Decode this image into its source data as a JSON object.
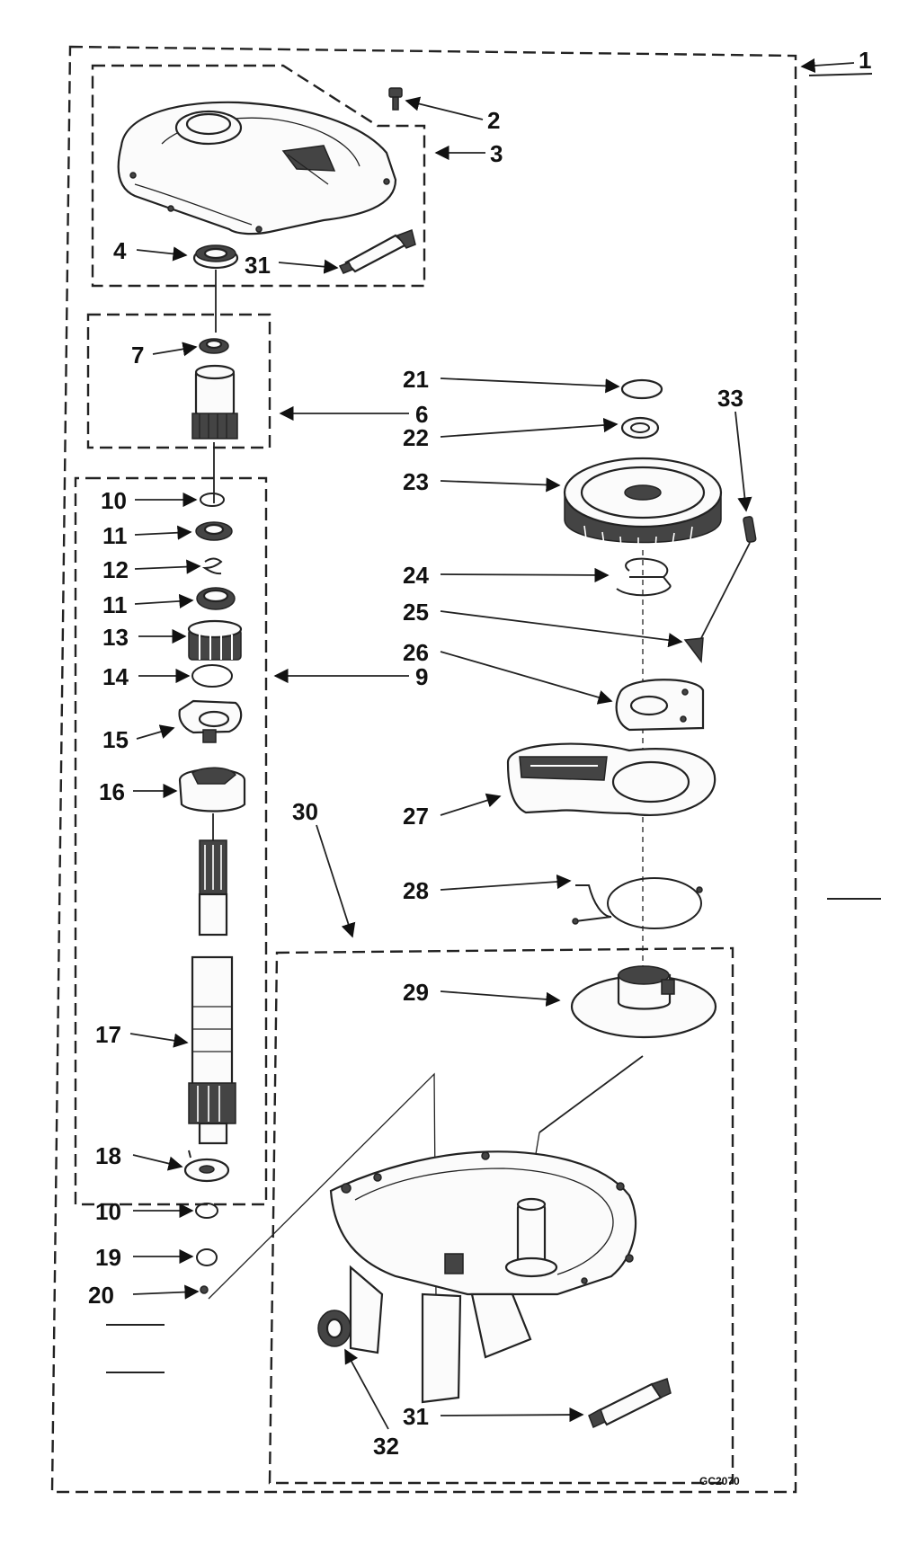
{
  "diagram": {
    "drawing_code": "GC2070",
    "callouts": [
      {
        "id": "c1",
        "text": "1"
      },
      {
        "id": "c2",
        "text": "2"
      },
      {
        "id": "c3",
        "text": "3"
      },
      {
        "id": "c4",
        "text": "4"
      },
      {
        "id": "c31a",
        "text": "31"
      },
      {
        "id": "c7",
        "text": "7"
      },
      {
        "id": "c6",
        "text": "6"
      },
      {
        "id": "c10a",
        "text": "10"
      },
      {
        "id": "c11a",
        "text": "11"
      },
      {
        "id": "c12",
        "text": "12"
      },
      {
        "id": "c11b",
        "text": "11"
      },
      {
        "id": "c13",
        "text": "13"
      },
      {
        "id": "c14",
        "text": "14"
      },
      {
        "id": "c9",
        "text": "9"
      },
      {
        "id": "c15",
        "text": "15"
      },
      {
        "id": "c16",
        "text": "16"
      },
      {
        "id": "c17",
        "text": "17"
      },
      {
        "id": "c18",
        "text": "18"
      },
      {
        "id": "c10b",
        "text": "10"
      },
      {
        "id": "c19",
        "text": "19"
      },
      {
        "id": "c20",
        "text": "20"
      },
      {
        "id": "c21",
        "text": "21"
      },
      {
        "id": "c22",
        "text": "22"
      },
      {
        "id": "c23",
        "text": "23"
      },
      {
        "id": "c33",
        "text": "33"
      },
      {
        "id": "c24",
        "text": "24"
      },
      {
        "id": "c25",
        "text": "25"
      },
      {
        "id": "c26",
        "text": "26"
      },
      {
        "id": "c27",
        "text": "27"
      },
      {
        "id": "c28",
        "text": "28"
      },
      {
        "id": "c30",
        "text": "30"
      },
      {
        "id": "c29",
        "text": "29"
      },
      {
        "id": "c31b",
        "text": "31"
      },
      {
        "id": "c32",
        "text": "32"
      }
    ]
  }
}
